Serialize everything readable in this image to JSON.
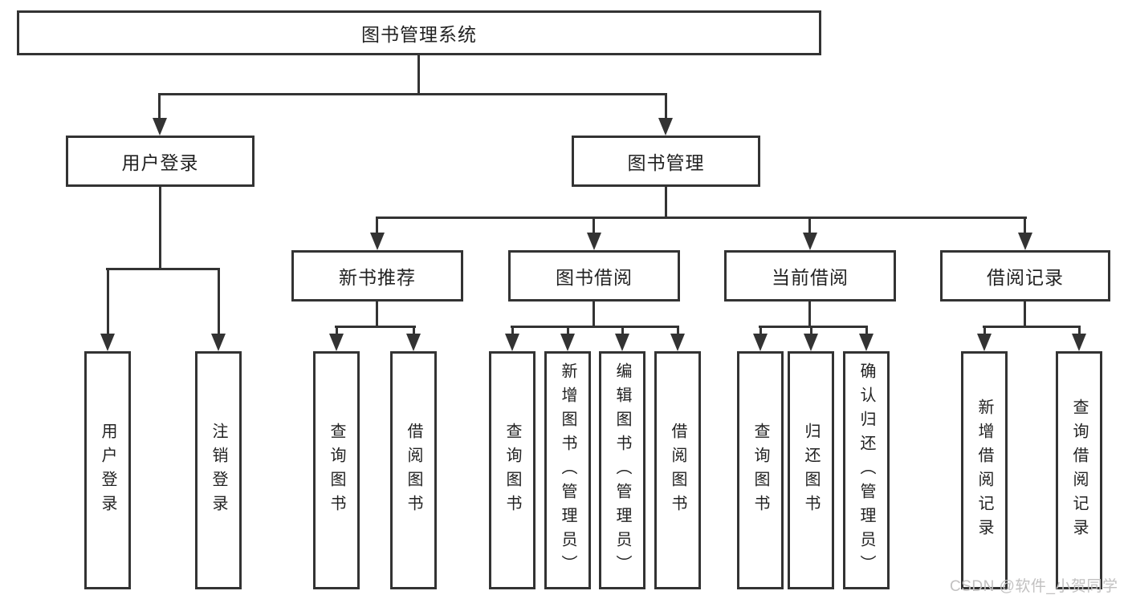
{
  "diagram": {
    "root": {
      "label": "图书管理系统"
    },
    "branches": {
      "user_login": {
        "label": "用户登录",
        "leaves": {
          "login": {
            "label": "用户登录"
          },
          "logout": {
            "label": "注销登录"
          }
        }
      },
      "book_mgmt": {
        "label": "图书管理",
        "children": {
          "new_book": {
            "label": "新书推荐",
            "leaves": {
              "query": {
                "label": "查询图书"
              },
              "borrow": {
                "label": "借阅图书"
              }
            }
          },
          "borrow": {
            "label": "图书借阅",
            "leaves": {
              "query": {
                "label": "查询图书"
              },
              "add": {
                "label": "新增图书（管理员）"
              },
              "edit": {
                "label": "编辑图书（管理员）"
              },
              "borrow": {
                "label": "借阅图书"
              }
            }
          },
          "current": {
            "label": "当前借阅",
            "leaves": {
              "query": {
                "label": "查询图书"
              },
              "return": {
                "label": "归还图书"
              },
              "confirm": {
                "label": "确认归还（管理员）"
              }
            }
          },
          "record": {
            "label": "借阅记录",
            "leaves": {
              "add": {
                "label": "新增借阅记录"
              },
              "query": {
                "label": "查询借阅记录"
              }
            }
          }
        }
      }
    }
  },
  "watermark": {
    "text": "CSDN @软件_小贺同学"
  },
  "colors": {
    "line": "#333333",
    "text": "#222222",
    "watermark": "#c2c1c1",
    "background": "#ffffff"
  }
}
